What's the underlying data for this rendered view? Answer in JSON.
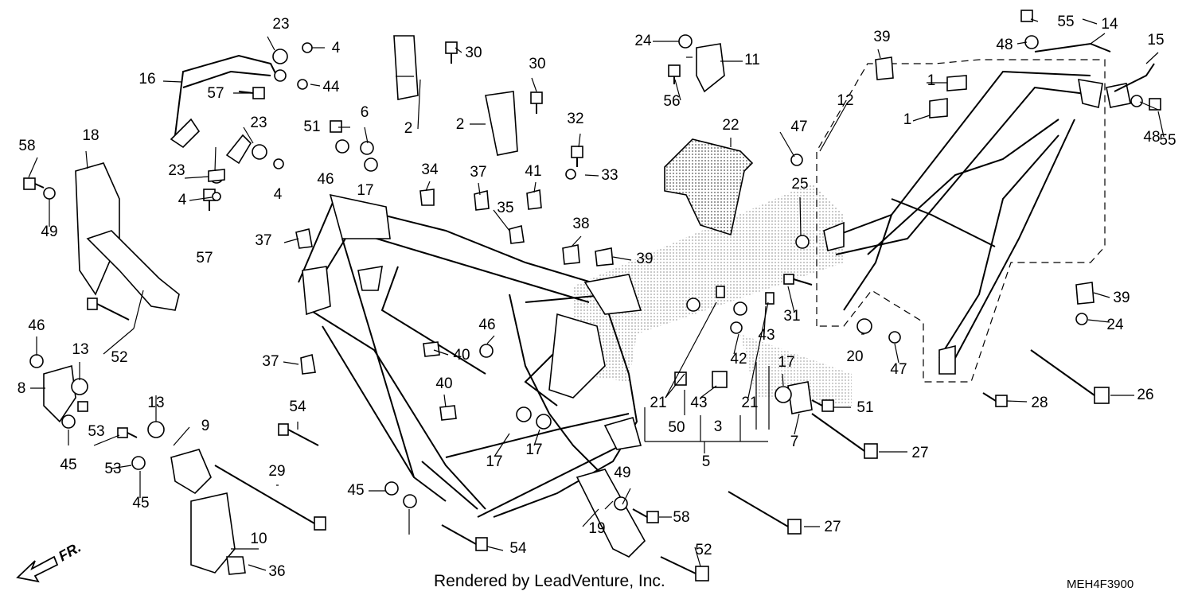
{
  "diagram": {
    "footer_credit": "Rendered by LeadVenture, Inc.",
    "diagram_code": "MEH4F3900",
    "direction_label": "FR.",
    "callouts": [
      {
        "id": "c1a",
        "label": "1"
      },
      {
        "id": "c1b",
        "label": "1"
      },
      {
        "id": "c2a",
        "label": "2"
      },
      {
        "id": "c2b",
        "label": "2"
      },
      {
        "id": "c3",
        "label": "3"
      },
      {
        "id": "c4a",
        "label": "4"
      },
      {
        "id": "c4b",
        "label": "4"
      },
      {
        "id": "c4c",
        "label": "4"
      },
      {
        "id": "c5",
        "label": "5"
      },
      {
        "id": "c6",
        "label": "6"
      },
      {
        "id": "c7",
        "label": "7"
      },
      {
        "id": "c8",
        "label": "8"
      },
      {
        "id": "c9",
        "label": "9"
      },
      {
        "id": "c10",
        "label": "10"
      },
      {
        "id": "c11",
        "label": "11"
      },
      {
        "id": "c12",
        "label": "12"
      },
      {
        "id": "c13a",
        "label": "13"
      },
      {
        "id": "c13b",
        "label": "13"
      },
      {
        "id": "c14",
        "label": "14"
      },
      {
        "id": "c15",
        "label": "15"
      },
      {
        "id": "c16",
        "label": "16"
      },
      {
        "id": "c17a",
        "label": "17"
      },
      {
        "id": "c17b",
        "label": "17"
      },
      {
        "id": "c17c",
        "label": "17"
      },
      {
        "id": "c17d",
        "label": "17"
      },
      {
        "id": "c18",
        "label": "18"
      },
      {
        "id": "c19",
        "label": "19"
      },
      {
        "id": "c20",
        "label": "20"
      },
      {
        "id": "c21a",
        "label": "21"
      },
      {
        "id": "c21b",
        "label": "21"
      },
      {
        "id": "c22",
        "label": "22"
      },
      {
        "id": "c23a",
        "label": "23"
      },
      {
        "id": "c23b",
        "label": "23"
      },
      {
        "id": "c23c",
        "label": "23"
      },
      {
        "id": "c24a",
        "label": "24"
      },
      {
        "id": "c24b",
        "label": "24"
      },
      {
        "id": "c25",
        "label": "25"
      },
      {
        "id": "c26",
        "label": "26"
      },
      {
        "id": "c27a",
        "label": "27"
      },
      {
        "id": "c27b",
        "label": "27"
      },
      {
        "id": "c28",
        "label": "28"
      },
      {
        "id": "c29",
        "label": "29"
      },
      {
        "id": "c30a",
        "label": "30"
      },
      {
        "id": "c30b",
        "label": "30"
      },
      {
        "id": "c31",
        "label": "31"
      },
      {
        "id": "c32",
        "label": "32"
      },
      {
        "id": "c33",
        "label": "33"
      },
      {
        "id": "c34",
        "label": "34"
      },
      {
        "id": "c35",
        "label": "35"
      },
      {
        "id": "c36",
        "label": "36"
      },
      {
        "id": "c37a",
        "label": "37"
      },
      {
        "id": "c37b",
        "label": "37"
      },
      {
        "id": "c37c",
        "label": "37"
      },
      {
        "id": "c38",
        "label": "38"
      },
      {
        "id": "c39a",
        "label": "39"
      },
      {
        "id": "c39b",
        "label": "39"
      },
      {
        "id": "c39c",
        "label": "39"
      },
      {
        "id": "c40a",
        "label": "40"
      },
      {
        "id": "c40b",
        "label": "40"
      },
      {
        "id": "c41",
        "label": "41"
      },
      {
        "id": "c42",
        "label": "42"
      },
      {
        "id": "c43a",
        "label": "43"
      },
      {
        "id": "c43b",
        "label": "43"
      },
      {
        "id": "c44",
        "label": "44"
      },
      {
        "id": "c45a",
        "label": "45"
      },
      {
        "id": "c45b",
        "label": "45"
      },
      {
        "id": "c45c",
        "label": "45"
      },
      {
        "id": "c46a",
        "label": "46"
      },
      {
        "id": "c46b",
        "label": "46"
      },
      {
        "id": "c46c",
        "label": "46"
      },
      {
        "id": "c47a",
        "label": "47"
      },
      {
        "id": "c47b",
        "label": "47"
      },
      {
        "id": "c48a",
        "label": "48"
      },
      {
        "id": "c48b",
        "label": "48"
      },
      {
        "id": "c49a",
        "label": "49"
      },
      {
        "id": "c49b",
        "label": "49"
      },
      {
        "id": "c50",
        "label": "50"
      },
      {
        "id": "c51a",
        "label": "51"
      },
      {
        "id": "c51b",
        "label": "51"
      },
      {
        "id": "c52a",
        "label": "52"
      },
      {
        "id": "c52b",
        "label": "52"
      },
      {
        "id": "c53a",
        "label": "53"
      },
      {
        "id": "c53b",
        "label": "53"
      },
      {
        "id": "c54a",
        "label": "54"
      },
      {
        "id": "c54b",
        "label": "54"
      },
      {
        "id": "c55a",
        "label": "55"
      },
      {
        "id": "c55b",
        "label": "55"
      },
      {
        "id": "c56",
        "label": "56"
      },
      {
        "id": "c57a",
        "label": "57"
      },
      {
        "id": "c57b",
        "label": "57"
      },
      {
        "id": "c58a",
        "label": "58"
      },
      {
        "id": "c58b",
        "label": "58"
      }
    ]
  }
}
